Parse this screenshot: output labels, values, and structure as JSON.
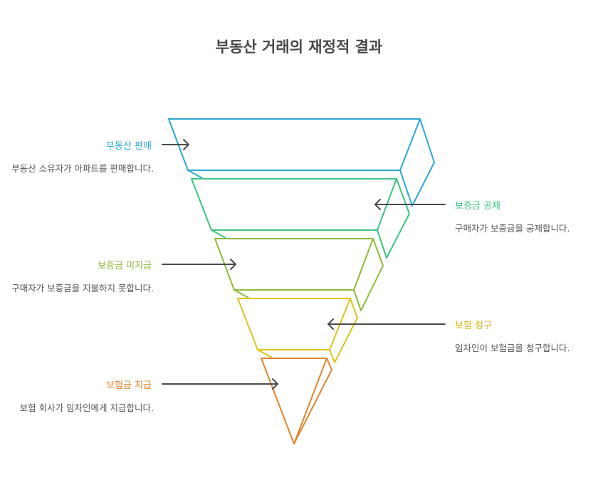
{
  "title": "부동산 거래의 재정적 결과",
  "colors": {
    "title": "#474747",
    "arrow": "#4a4a4a",
    "description": "#555555"
  },
  "stages": [
    {
      "label": "부동산 판매",
      "description": "부동산 소유자가 아파트를 판매합니다.",
      "side": "left",
      "color": "#2aa6d6"
    },
    {
      "label": "보증금 공제",
      "description": "구매자가 보증금을 공제합니다.",
      "side": "right",
      "color": "#3cc47f"
    },
    {
      "label": "보증금 미지급",
      "description": "구매자가 보증금을 지불하지 못합니다.",
      "side": "left",
      "color": "#8dbb3a"
    },
    {
      "label": "보험 청구",
      "description": "임차인이 보험금을 청구합니다.",
      "side": "right",
      "color": "#e0c31a"
    },
    {
      "label": "보험금 지급",
      "description": "보험 회사가 임차인에게 지급합니다.",
      "side": "left",
      "color": "#e0842f"
    }
  ]
}
